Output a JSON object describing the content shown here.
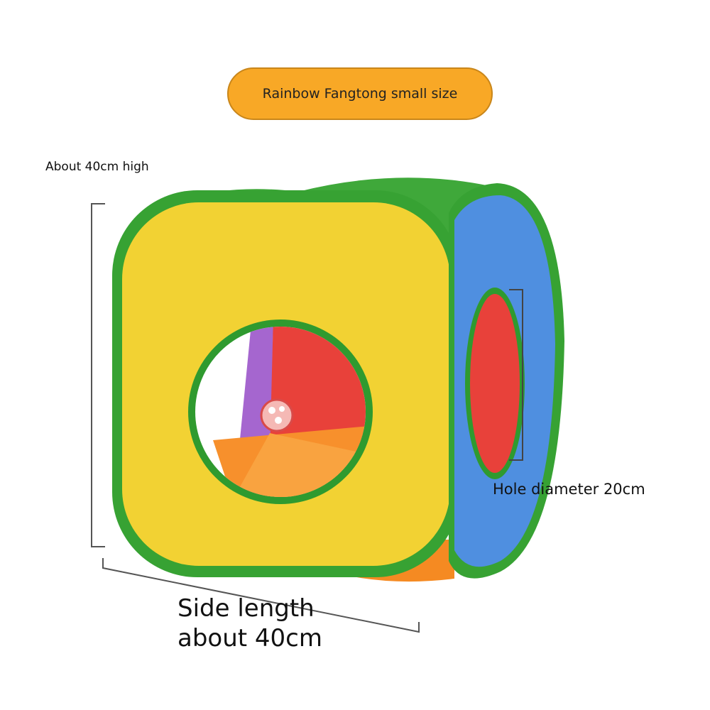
{
  "title_label": "Rainbow Fangtong small size",
  "dimensions": {
    "height_label": "About 40cm high",
    "hole_label": "Hole diameter 20cm",
    "side_label": "Side length about 40cm"
  },
  "colors": {
    "trim_green": "#3aa536",
    "front_yellow": "#f2d233",
    "side_blue": "#4f8fe0",
    "inner_red": "#e8413a",
    "inner_purple": "#a566cf",
    "inner_orange": "#f7902c",
    "pill_orange": "#f8a826"
  }
}
